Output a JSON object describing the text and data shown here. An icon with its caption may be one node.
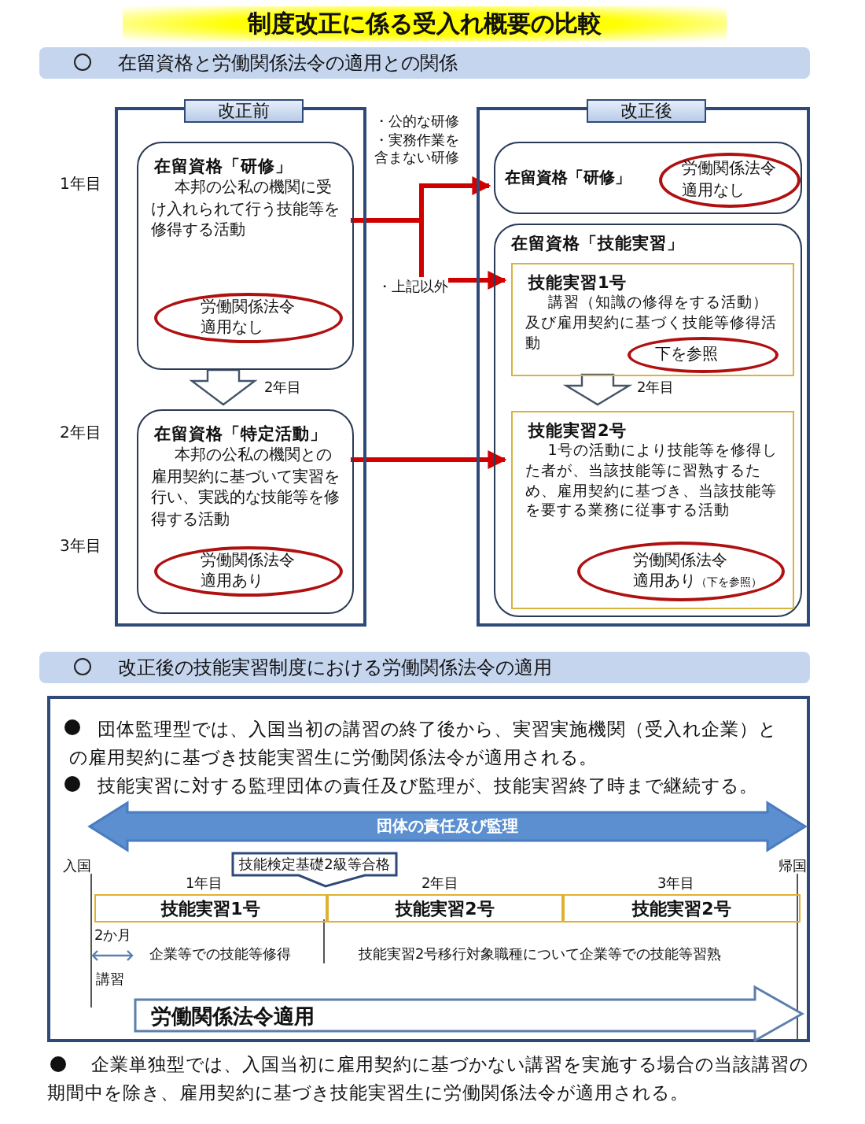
{
  "diagram": {
    "title": "制度改正に係る受入れ概要の比較",
    "nodes": [
      {
        "text": [
          "在留資格と労働関係法令の適用との関係"
        ]
      },
      {
        "text": [
          "改正前"
        ]
      },
      {
        "text": [
          "在留資格「研修」",
          "本邦の公私の機関に受け入れられて行う技能等を修得する活動"
        ],
        "in": 1
      },
      {
        "text": [
          "労働関係法令適用なし"
        ],
        "in": 2
      },
      {
        "text": [
          "在留資格「特定活動」",
          "本邦の公私の機関との雇用契約に基づいて実習を行い、実践的な技能等を修得する活動"
        ],
        "in": 1
      },
      {
        "text": [
          "労働関係法令適用あり"
        ],
        "in": 4
      },
      {
        "text": [
          "改正後"
        ]
      },
      {
        "text": [
          "在留資格「研修」"
        ],
        "in": 6
      },
      {
        "text": [
          "労働関係法令適用なし"
        ],
        "in": 7
      },
      {
        "text": [
          "在留資格「技能実習」"
        ],
        "in": 6
      },
      {
        "text": [
          "技能実習1号",
          "講習（知識の修得をする活動）及び雇用契約に基づく技能等修得活動"
        ],
        "in": 9
      },
      {
        "text": [
          "下を参照"
        ],
        "in": 10
      },
      {
        "text": [
          "技能実習2号",
          "1号の活動により技能等を修得した者が、当該技能等に習熟するため、雇用契約に基づき、当該技能等を要する業務に従事する活動"
        ],
        "in": 9
      },
      {
        "text": [
          "労働関係法令適用あり$_{（下を参照）}$"
        ],
        "in": 12
      },
      {
        "text": [
          "改正後の技能実習制度における労働関係法令の適用"
        ]
      },
      {
        "text": [
          "団体監理型では、入国当初の講習の終了後から、実習実施機関（受入れ企業）との雇用契約に基づき技能実習生に労働関係法令が適用される。",
          "技能実習に対する監理団体の責任及び監理が、技能実習終了時まで継続する。"
        ]
      },
      {
        "text": [
          "団体の責任及び監理"
        ],
        "in": 15
      },
      {
        "text": [
          "技能検定基礎2級等合格"
        ],
        "in": 15
      },
      {
        "text": [
          "技能実習1号"
        ],
        "in": 15
      },
      {
        "text": [
          "技能実習2号"
        ],
        "in": 15
      },
      {
        "text": [
          "技能実習2号"
        ],
        "in": 15
      },
      {
        "text": [
          "労働関係法令適用"
        ],
        "in": 15
      }
    ],
    "edges": [
      {
        "from": 2,
        "to": 7,
        "arrow": "to",
        "label": "・公的な研修・実務作業を含まない研修"
      },
      {
        "from": 2,
        "to": 10,
        "arrow": "to",
        "label": "・上記以外"
      },
      {
        "from": 4,
        "to": 12,
        "arrow": "to"
      },
      {
        "from": 2,
        "to": 4,
        "arrow": "to",
        "label": "2年目",
        "color": "#44546a"
      },
      {
        "from": 10,
        "to": 12,
        "arrow": "to",
        "label": "2年目",
        "color": "#44546a"
      }
    ],
    "labels": [
      "1年目",
      "2年目",
      "3年目",
      "入国",
      "1年目",
      "2年目",
      "3年目",
      "帰国",
      "2か月",
      "講習",
      "企業等での技能等修得",
      "技能実習2号移行対象職種について企業等での技能等習熟",
      "企業単独型では、入国当初に雇用契約に基づかない講習を実施する場合の当該講習の期間中を除き、雇用契約に基づき技能実習生に労働関係法令が適用される。"
    ]
  }
}
